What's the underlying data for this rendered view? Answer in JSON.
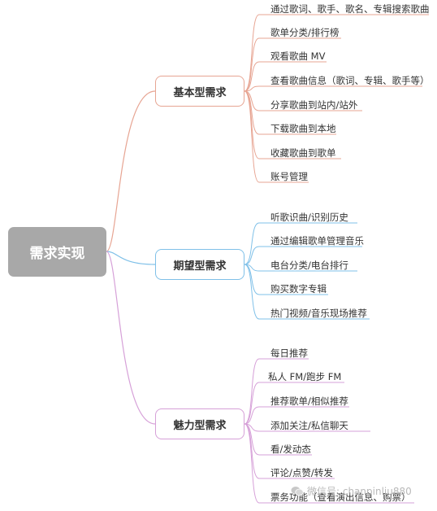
{
  "root": {
    "label": "需求实现"
  },
  "categories": [
    {
      "label": "基本型需求",
      "color": "#e7a593",
      "items": [
        "通过歌词、歌手、歌名、专辑搜索歌曲",
        "歌单分类/排行榜",
        "观看歌曲 MV",
        "查看歌曲信息（歌词、专辑、歌手等）",
        "分享歌曲到站内/站外",
        "下载歌曲到本地",
        "收藏歌曲到歌单",
        "账号管理"
      ]
    },
    {
      "label": "期望型需求",
      "color": "#7fc0e8",
      "items": [
        "听歌识曲/识别历史",
        "通过编辑歌单管理音乐",
        "电台分类/电台排行",
        "购买数字专辑",
        "热门视频/音乐现场推荐"
      ]
    },
    {
      "label": "魅力型需求",
      "color": "#d6a0d8",
      "items": [
        "每日推荐",
        "私人 FM/跑步 FM",
        "推荐歌单/相似推荐",
        "添加关注/私信聊天",
        "看/发动态",
        "评论/点赞/转发",
        "票务功能（查看演出信息、购票）"
      ]
    }
  ],
  "watermark": {
    "text": "微信号: chanpinliu880",
    "icon": "wechat-icon"
  }
}
